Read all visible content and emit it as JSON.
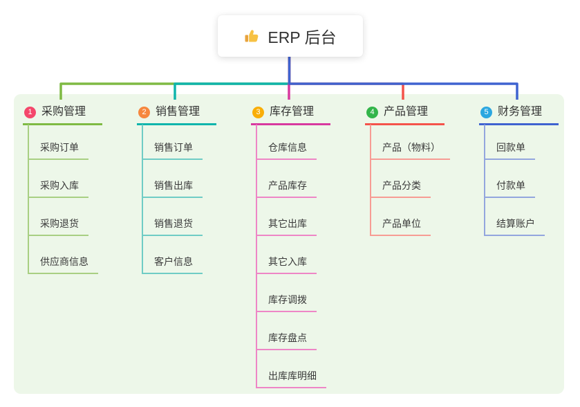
{
  "root": {
    "label": "ERP 后台",
    "icon": "thumbs-up-icon"
  },
  "branches": [
    {
      "num": "1",
      "title": "采购管理",
      "badge_color": "#f4476b",
      "line_color": "#7fba43",
      "child_line_color": "#a8cf82",
      "children": [
        "采购订单",
        "采购入库",
        "采购退货",
        "供应商信息"
      ]
    },
    {
      "num": "2",
      "title": "销售管理",
      "badge_color": "#f6873e",
      "line_color": "#10b5ac",
      "child_line_color": "#6fccc5",
      "children": [
        "销售订单",
        "销售出库",
        "销售退货",
        "客户信息"
      ]
    },
    {
      "num": "3",
      "title": "库存管理",
      "badge_color": "#f9ae07",
      "line_color": "#d8399f",
      "child_line_color": "#ee86c6",
      "children": [
        "仓库信息",
        "产品库存",
        "其它出库",
        "其它入库",
        "库存调拨",
        "库存盘点",
        "出库库明细"
      ]
    },
    {
      "num": "4",
      "title": "产品管理",
      "badge_color": "#33b54a",
      "line_color": "#f4534a",
      "child_line_color": "#f79c94",
      "children": [
        "产品（物料）",
        "产品分类",
        "产品单位"
      ]
    },
    {
      "num": "5",
      "title": "财务管理",
      "badge_color": "#2ba7e0",
      "line_color": "#3f63d0",
      "child_line_color": "#93a6de",
      "children": [
        "回款单",
        "付款单",
        "结算账户"
      ]
    }
  ],
  "colors": {
    "root_connector": "#4161ce",
    "panel_bg": "#edf7e9",
    "root_text": "#333333",
    "child_text": "#3a3a3a"
  }
}
